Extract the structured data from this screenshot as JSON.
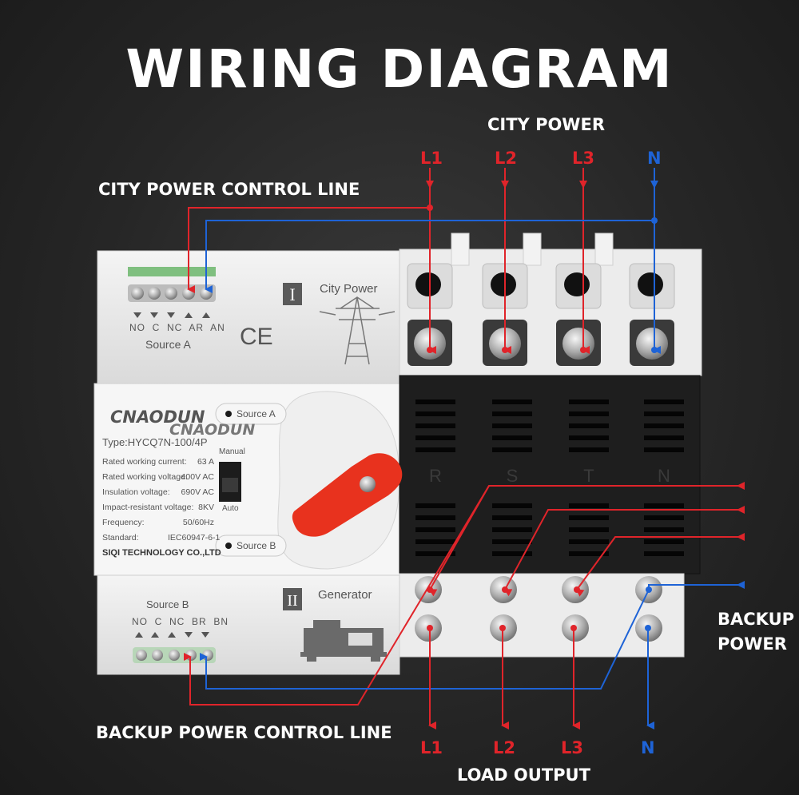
{
  "title": "WIRING DIAGRAM",
  "labels": {
    "city_power": "CITY POWER",
    "city_power_control_line": "CITY POWER CONTROL LINE",
    "backup_power_line1": "BACKUP",
    "backup_power_line2": "POWER",
    "backup_power_control_line": "BACKUP POWER CONTROL LINE",
    "load_output": "LOAD OUTPUT"
  },
  "phases_top": [
    "L1",
    "L2",
    "L3",
    "N"
  ],
  "phases_bottom": [
    "L1",
    "L2",
    "L3",
    "N"
  ],
  "device": {
    "source_a": {
      "terminals": [
        "NO",
        "C",
        "NC",
        "AR",
        "AN"
      ],
      "label": "Source A",
      "roman": "I",
      "name": "City Power"
    },
    "source_b": {
      "terminals": [
        "NO",
        "C",
        "NC",
        "BR",
        "BN"
      ],
      "label": "Source B",
      "roman": "II",
      "name": "Generator"
    },
    "ce_mark": "CE",
    "brand": "CNAODUN",
    "type": "Type:HYCQ7N-100/4P",
    "specs": [
      {
        "k": "Rated working current:",
        "v": "63 A"
      },
      {
        "k": "Rated working voltage:",
        "v": "400V AC"
      },
      {
        "k": "Insulation voltage:",
        "v": "690V AC"
      },
      {
        "k": "Impact-resistant voltage:",
        "v": "8KV"
      },
      {
        "k": "Frequency:",
        "v": "50/60Hz"
      },
      {
        "k": "Standard:",
        "v": "IEC60947-6-1"
      }
    ],
    "manufacturer": "SIQI TECHNOLOGY CO.,LTD",
    "switch_source_a": "Source A",
    "switch_source_b": "Source B",
    "mode_manual": "Manual",
    "mode_auto": "Auto",
    "pole_letters": [
      "R",
      "S",
      "T",
      "N"
    ]
  },
  "colors": {
    "live": "#e0242a",
    "neutral": "#1e63d6",
    "handle": "#e8321e",
    "housing": "#eeeeee",
    "cover": "#1e1e1e"
  }
}
